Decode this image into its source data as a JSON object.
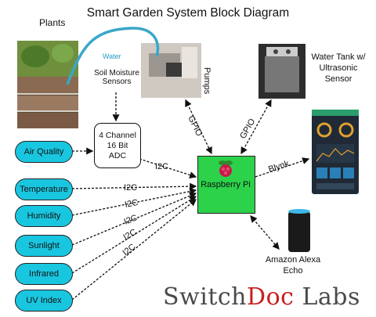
{
  "title": "Smart Garden System Block Diagram",
  "labels": {
    "plants": "Plants",
    "water": "Water",
    "soil_sensors_line1": "Soil Moisture",
    "soil_sensors_line2": "Sensors",
    "pumps": "Pumps",
    "water_tank_line1": "Water Tank w/",
    "water_tank_line2": "Ultrasonic",
    "water_tank_line3": "Sensor",
    "adc_line1": "4 Channel",
    "adc_line2": "16 Bit",
    "adc_line3": "ADC",
    "rpi": "Raspberry Pi",
    "alexa_line1": "Amazon Alexa",
    "alexa_line2": "Echo"
  },
  "sensors": [
    "Air Quality",
    "Temperature",
    "Humidity",
    "Sunlight",
    "Infrared",
    "UV Index"
  ],
  "connections": {
    "i2c": "I2C",
    "gpio": "GPIO",
    "blynk": "Blynk"
  },
  "brand": {
    "part1": "Switch",
    "part2": "Doc",
    "part3": " Labs"
  },
  "colors": {
    "sensor_pill": "#19c6e0",
    "rpi_board": "#2bd24a",
    "water_pipe": "#39a7c9",
    "brand_red": "#c81e1e"
  }
}
